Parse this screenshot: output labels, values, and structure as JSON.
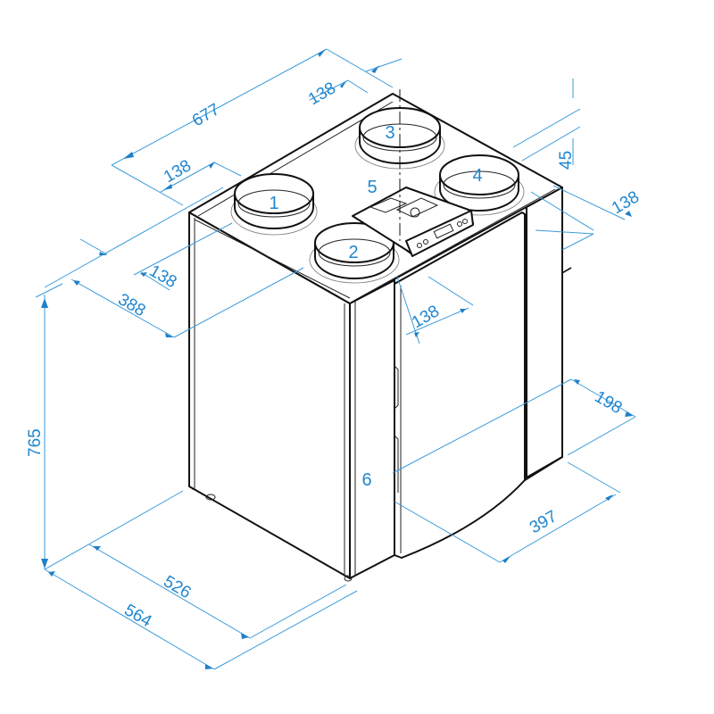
{
  "drawing": {
    "type": "isometric dimensional drawing",
    "subject": "ventilation unit with four top duct spigots",
    "line_color": "#111111",
    "dimension_color": "#1f86d0"
  },
  "callouts": {
    "spigot_1": "1",
    "spigot_2": "2",
    "spigot_3": "3",
    "spigot_4": "4",
    "control_panel": "5",
    "condensate_drain": "6"
  },
  "dimensions": {
    "overall_length": "677",
    "spigot_offset_top_back": "138",
    "spigot_offset_top_left": "138",
    "spigot_offset_left_side": "138",
    "spigot_spacing_front": "388",
    "spigot_offset_front": "138",
    "spigot_offset_right": "138",
    "spigot_height": "45",
    "height": "765",
    "width_inner": "526",
    "width_outer": "564",
    "drain_height": "198",
    "drain_offset": "397"
  }
}
